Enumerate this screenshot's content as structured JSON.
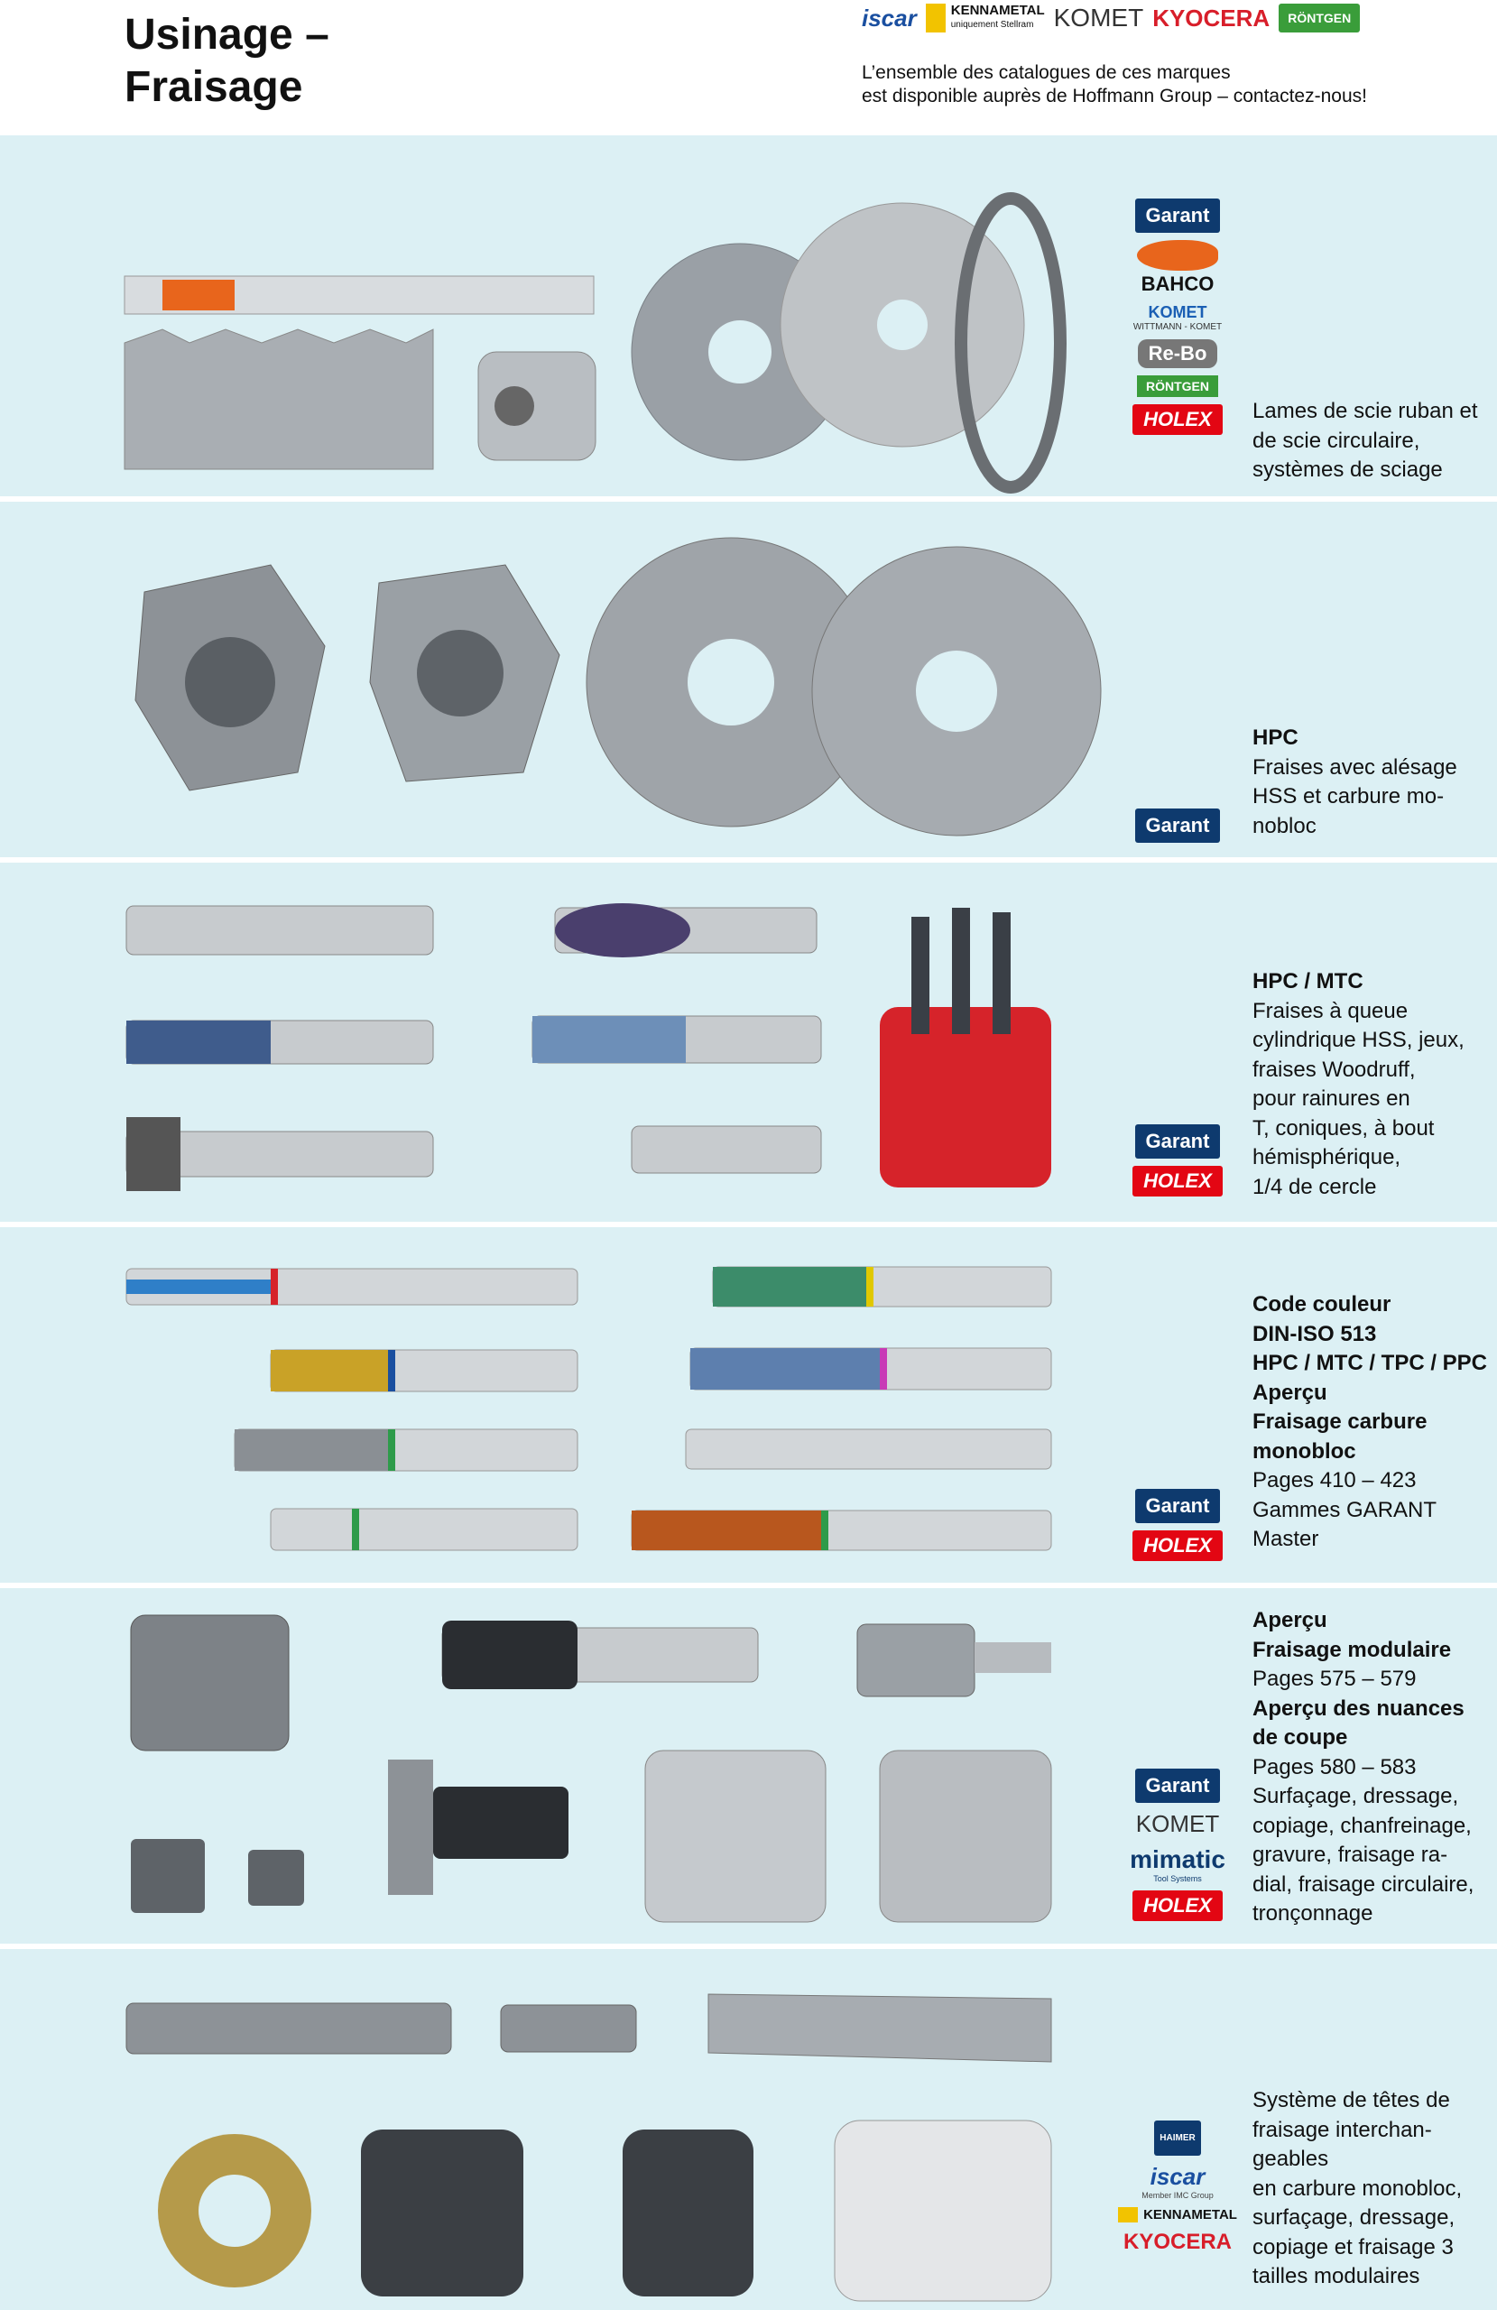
{
  "header": {
    "title_line1": "Usinage –",
    "title_line2": "Fraisage",
    "note_line1": "L’ensemble des catalogues de ces marques",
    "note_line2": "est disponible auprès de Hoffmann Group – contactez-nous!",
    "brands": {
      "iscar": "iscar",
      "kennametal": "KENNAMETAL",
      "kennametal_sub": "uniquement Stellram",
      "komet": "KOMET",
      "kyocera": "KYOCERA",
      "rontgen": "RÖNTGEN"
    }
  },
  "sections": {
    "saw": {
      "logos": {
        "garant": "Garant",
        "bahco": "BAHCO",
        "komet": "KOMET",
        "komet_sub": "WITTMANN - KOMET",
        "rebo": "Re-Bo",
        "rontgen": "RÖNTGEN",
        "holex": "HOLEX"
      },
      "lines": [
        "Lames de scie ruban et",
        "de scie circulaire,",
        "systèmes de sciage"
      ]
    },
    "hpc_bore": {
      "logos": {
        "garant": "Garant"
      },
      "heading": "HPC",
      "lines": [
        "Fraises avec alésage",
        "HSS et carbure mo-",
        "nobloc"
      ]
    },
    "hpc_mtc": {
      "logos": {
        "garant": "Garant",
        "holex": "HOLEX"
      },
      "heading": "HPC / MTC",
      "lines": [
        "Fraises à queue",
        "cylindrique HSS, jeux,",
        "fraises Woodruff,",
        "pour rainures en",
        "T, coniques, à bout",
        "hémisphérique,",
        "1/4 de cercle"
      ]
    },
    "color_code": {
      "logos": {
        "garant": "Garant",
        "holex": "HOLEX"
      },
      "bold_lines": [
        "Code couleur",
        "DIN-ISO 513"
      ],
      "bold_line3": "HPC / MTC / TPC / PPC",
      "bold_lines2": [
        "Aperçu",
        "Fraisage carbure",
        "monobloc"
      ],
      "pages": "Pages 410 – 423",
      "lines": [
        "Gammes GARANT",
        "Master"
      ]
    },
    "modular": {
      "logos": {
        "garant": "Garant",
        "komet": "KOMET",
        "mimatic": "mimatic",
        "mimatic_sub": "Tool Systems",
        "holex": "HOLEX"
      },
      "bold_lines": [
        "Aperçu",
        "Fraisage modulaire"
      ],
      "pages1": "Pages 575 – 579",
      "bold_lines2": [
        "Aperçu des nuances",
        "de coupe"
      ],
      "pages2": "Pages 580 – 583",
      "lines": [
        "Surfaçage, dressage,",
        "copiage, chanfreinage,",
        "gravure, fraisage ra-",
        "dial, fraisage circulaire,",
        "tronçonnage"
      ]
    },
    "interchangeable": {
      "logos": {
        "haimer": "HAIMER",
        "iscar": "iscar",
        "iscar_sub": "Member IMC Group",
        "kennametal": "KENNAMETAL",
        "kyocera": "KYOCERA"
      },
      "lines": [
        "Système de têtes de",
        "fraisage interchan-",
        "geables",
        "en carbure monobloc,",
        "surfaçage, dressage,",
        "copiage et fraisage 3",
        "tailles modulaires"
      ]
    }
  },
  "colors": {
    "section_bg": "#dcf0f4",
    "garant_blue": "#0e3a6e",
    "holex_red": "#e30613",
    "rontgen_green": "#3a9d3a"
  }
}
